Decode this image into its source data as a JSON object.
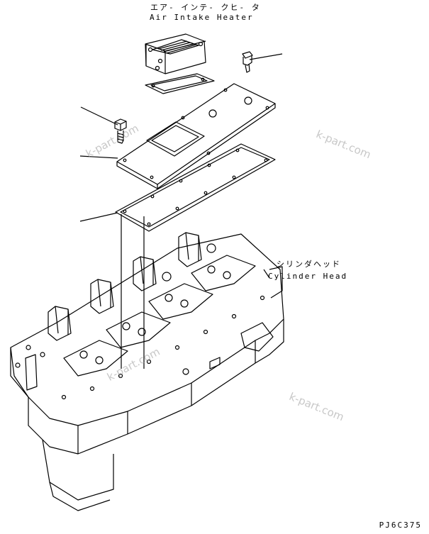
{
  "labels": {
    "heater_jp": "エア- インテ- クヒ- タ",
    "heater_en": "Air Intake Heater",
    "head_jp": "シリンダヘッド",
    "head_en": "Cylinder Head"
  },
  "watermark": "k-part.com",
  "drawing_code": "PJ6C375",
  "colors": {
    "line": "#000000",
    "watermark": "#9a9a9a",
    "background": "#ffffff"
  }
}
